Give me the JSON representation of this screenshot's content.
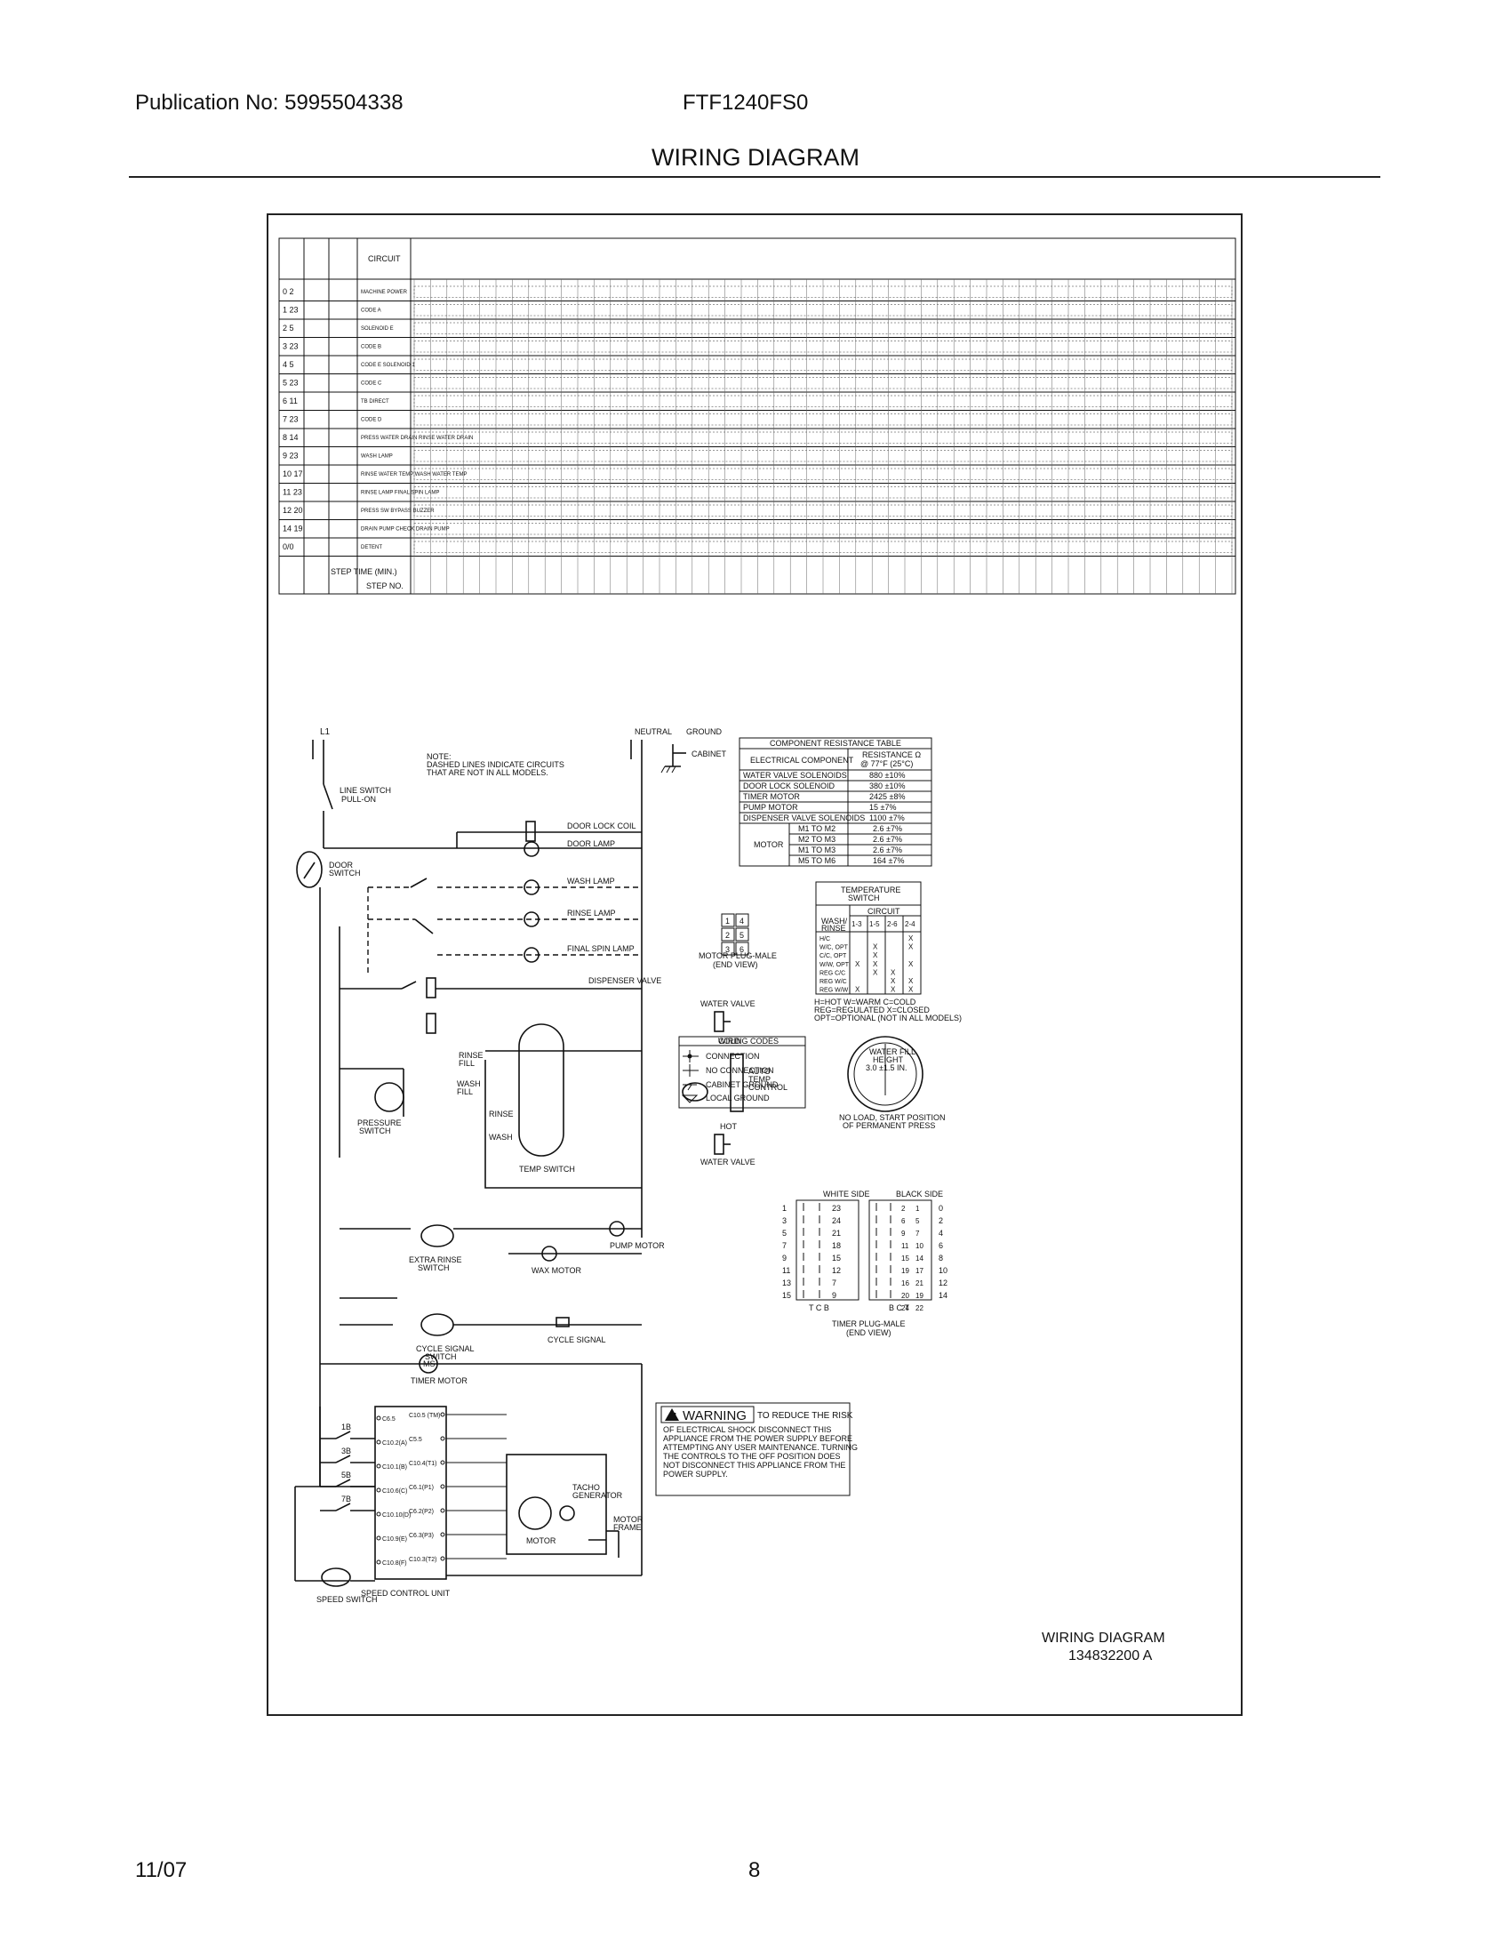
{
  "header": {
    "publication": "Publication No: 5995504338",
    "model": "FTF1240FS0",
    "title": "WIRING DIAGRAM"
  },
  "footer": {
    "date": "11/07",
    "page": "8"
  },
  "timer_chart": {
    "head_circuit": "CIRCUIT",
    "row_labels": [
      "MACHINE POWER",
      "CODE A",
      "SOLENOID E",
      "CODE B",
      "CODE E SOLENOID 1",
      "CODE C",
      "TB DIRECT",
      "CODE D",
      "PRESS WATER DRAIN RINSE WATER DRAIN",
      "WASH LAMP",
      "RINSE WATER TEMP WASH WATER TEMP",
      "RINSE LAMP FINAL SPIN LAMP",
      "PRESS SW BYPASS BUZZER",
      "DRAIN PUMP CHECK DRAIN PUMP",
      "DETENT"
    ],
    "row_nums": [
      "0 2",
      "1 23",
      "2 5",
      "3 23",
      "4 5",
      "5 23",
      "6 11",
      "7 23",
      "8 14",
      "9 23",
      "10 17",
      "11 23",
      "12 20",
      "14 19",
      "0/0"
    ],
    "step_time": "STEP TIME (MIN.)",
    "step_no": "STEP NO."
  },
  "schematic": {
    "l1": "L1",
    "neutral": "NEUTRAL",
    "ground": "GROUND",
    "cabinet": "CABINET",
    "note": [
      "NOTE:",
      "DASHED LINES INDICATE CIRCUITS",
      "THAT ARE NOT IN ALL MODELS."
    ],
    "line_switch": [
      "LINE SWITCH",
      "PULL-ON"
    ],
    "door_switch": [
      "DOOR",
      "SWITCH"
    ],
    "door_lock_coil": "DOOR LOCK COIL",
    "door_lamp": "DOOR LAMP",
    "wash_lamp": "WASH LAMP",
    "rinse_lamp": "RINSE LAMP",
    "final_spin_lamp": "FINAL SPIN LAMP",
    "dispenser_valve": "DISPENSER VALVE",
    "water_valve_cold": "WATER VALVE",
    "cold": "COLD",
    "hot": "HOT",
    "water_valve_hot": "WATER VALVE",
    "auto_temp": [
      "AUTO",
      "TEMP",
      "CONTROL"
    ],
    "pressure_switch": [
      "PRESSURE",
      "SWITCH"
    ],
    "rinse_fill": [
      "RINSE",
      "FILL"
    ],
    "wash_fill": [
      "WASH",
      "FILL"
    ],
    "temp_switch": "TEMP SWITCH",
    "extra_rinse": [
      "EXTRA RINSE",
      "SWITCH"
    ],
    "pump_motor": "PUMP MOTOR",
    "wax_motor": "WAX MOTOR",
    "cycle_signal": "CYCLE SIGNAL",
    "cycle_signal_switch": [
      "CYCLE SIGNAL",
      "SWITCH"
    ],
    "timer_motor": "TIMER MOTOR",
    "ms": "MS",
    "speed_switch": "SPEED SWITCH",
    "speed_control_unit": "SPEED CONTROL UNIT",
    "motor": "MOTOR",
    "tacho": [
      "TACHO",
      "GENERATOR"
    ],
    "motor_frame": [
      "MOTOR",
      "FRAME"
    ],
    "scu_left": [
      "C6.5",
      "C10.2(A)",
      "C10.1(B)",
      "C10.6(C)",
      "C10.10(D)",
      "C10.9(E)",
      "C10.8(F)"
    ],
    "scu_right": [
      "C10.5 (TM)",
      "C5.5",
      "C10.4(T1)",
      "C6.1(P1)",
      "C6.2(P2)",
      "C6.3(P3)",
      "C10.3(T2)"
    ],
    "contacts": [
      "1B",
      "3B",
      "5B",
      "7B"
    ]
  },
  "resistance_table": {
    "title": "COMPONENT RESISTANCE TABLE",
    "col1": "ELECTRICAL COMPONENT",
    "col2": [
      "RESISTANCE Ω",
      "@ 77°F (25°C)"
    ],
    "rows": [
      {
        "component": "WATER VALVE SOLENOIDS",
        "value": "880 ±10%"
      },
      {
        "component": "DOOR LOCK SOLENOID",
        "value": "380 ±10%"
      },
      {
        "component": "TIMER MOTOR",
        "value": "2425 ±8%"
      },
      {
        "component": "PUMP MOTOR",
        "value": "15 ±7%"
      },
      {
        "component": "DISPENSER VALVE SOLENOIDS",
        "value": "1100 ±7%"
      }
    ],
    "motor_label": "MOTOR",
    "motor_rows": [
      {
        "pair": "M1 TO M2",
        "value": "2.6 ±7%"
      },
      {
        "pair": "M2 TO M3",
        "value": "2.6 ±7%"
      },
      {
        "pair": "M1 TO M3",
        "value": "2.6 ±7%"
      },
      {
        "pair": "M5 TO M6",
        "value": "164 ±7%"
      }
    ]
  },
  "temp_switch_table": {
    "title": [
      "TEMPERATURE",
      "SWITCH"
    ],
    "circuit": "CIRCUIT",
    "wash_rinse": [
      "WASH/",
      "RINSE"
    ],
    "cols": [
      "1-3",
      "1-5",
      "2-6",
      "2-4"
    ],
    "rows": [
      {
        "label": "H/C",
        "marks": [
          "",
          "",
          "",
          "X"
        ]
      },
      {
        "label": "W/C, OPT",
        "marks": [
          "",
          "X",
          "",
          "X"
        ]
      },
      {
        "label": "C/C, OPT",
        "marks": [
          "",
          "X",
          "",
          ""
        ]
      },
      {
        "label": "W/W, OPT",
        "marks": [
          "X",
          "X",
          "",
          "X"
        ]
      },
      {
        "label": "REG C/C",
        "marks": [
          "",
          "X",
          "X",
          ""
        ]
      },
      {
        "label": "REG W/C",
        "marks": [
          "",
          "",
          "X",
          "X"
        ]
      },
      {
        "label": "REG W/W",
        "marks": [
          "X",
          "",
          "X",
          "X"
        ]
      }
    ],
    "legend": [
      "H=HOT   W=WARM   C=COLD",
      "REG=REGULATED   X=CLOSED",
      "OPT=OPTIONAL (NOT IN ALL MODELS)"
    ]
  },
  "motor_plug": {
    "pins": [
      "1",
      "4",
      "2",
      "5",
      "3",
      "6"
    ],
    "label": [
      "MOTOR PLUG-MALE",
      "(END VIEW)"
    ]
  },
  "wiring_codes": {
    "title": "WIRING CODES",
    "items": [
      "CONNECTION",
      "NO CONNECTION",
      "CABINET GROUND",
      "LOCAL GROUND"
    ]
  },
  "water_fill": {
    "label": [
      "WATER FILL",
      "HEIGHT",
      "3.0 ±1.5 IN."
    ],
    "caption": [
      "NO LOAD, START POSITION",
      "OF PERMANENT PRESS"
    ]
  },
  "timer_plug": {
    "white_side": "WHITE SIDE",
    "black_side": "BLACK SIDE",
    "left_nums": [
      "1",
      "3",
      "5",
      "7",
      "9",
      "11",
      "13",
      "15"
    ],
    "right_nums": [
      "0",
      "2",
      "4",
      "6",
      "8",
      "10",
      "12",
      "14"
    ],
    "white_pins": [
      "23",
      "24",
      "21",
      "18",
      "15",
      "12",
      "7",
      "9"
    ],
    "black_pins": [
      "2",
      "1",
      "6",
      "5",
      "9",
      "7",
      "11",
      "10",
      "15",
      "14",
      "19",
      "17",
      "16",
      "21",
      "20",
      "19",
      "24",
      "22"
    ],
    "bottom_left": "T  C  B",
    "bottom_right": "B  C  T",
    "label": [
      "TIMER PLUG-MALE",
      "(END VIEW)"
    ]
  },
  "warning": {
    "badge": "WARNING",
    "lead": "TO REDUCE THE RISK",
    "lines": [
      "OF ELECTRICAL SHOCK DISCONNECT THIS",
      "APPLIANCE FROM THE POWER SUPPLY BEFORE",
      "ATTEMPTING ANY USER MAINTENANCE. TURNING",
      "THE CONTROLS TO THE OFF POSITION DOES",
      "NOT DISCONNECT THIS APPLIANCE FROM THE",
      "POWER SUPPLY."
    ]
  },
  "diagram_id": {
    "name": "WIRING DIAGRAM",
    "number": "134832200 A"
  }
}
